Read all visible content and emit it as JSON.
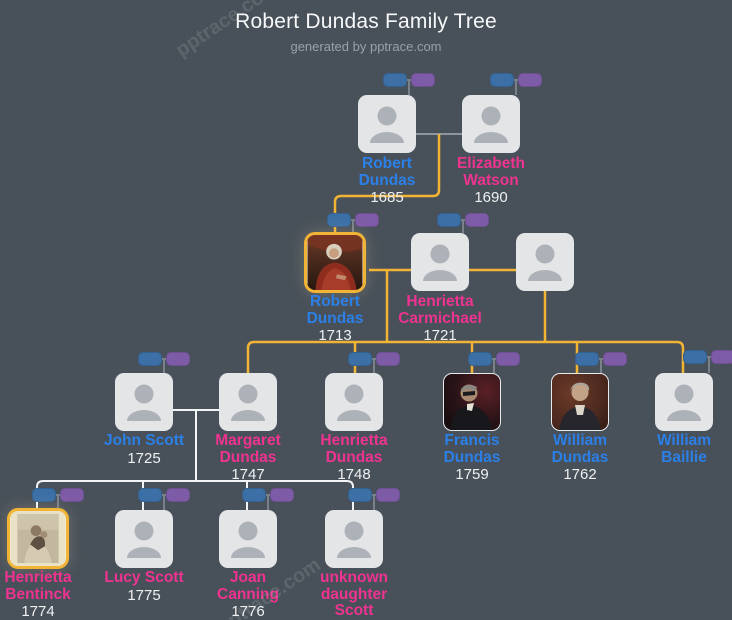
{
  "header": {
    "title": "Robert Dundas Family Tree",
    "subtitle": "generated by pptrace.com"
  },
  "watermark": {
    "text": "pptrace.com"
  },
  "colors": {
    "background": "#485059",
    "male_name": "#2B80E8",
    "female_name": "#EF3390",
    "year_text": "#EFF0F2",
    "highlight_line": "#F1B435",
    "neutral_line": "#F3F4F6",
    "gray_line": "#8F959E",
    "father_pill": "#3B6FA6",
    "mother_pill": "#7E5BA7",
    "card_placeholder": "#E4E5E7"
  },
  "people": {
    "robert_dundas_1685": {
      "name": "Robert Dundas",
      "year": "1685",
      "sex": "male"
    },
    "elizabeth_watson_1690": {
      "name": "Elizabeth Watson",
      "year": "1690",
      "sex": "female"
    },
    "robert_dundas_1713": {
      "name": "Robert Dundas",
      "year": "1713",
      "sex": "male"
    },
    "henrietta_carmichael_1721": {
      "name": "Henrietta Carmichael",
      "year": "1721",
      "sex": "female"
    },
    "unknown_partner": {
      "name": "",
      "year": "",
      "sex": "unknown"
    },
    "john_scott_1725": {
      "name": "John Scott",
      "year": "1725",
      "sex": "male"
    },
    "margaret_dundas_1747": {
      "name": "Margaret Dundas",
      "year": "1747",
      "sex": "female"
    },
    "henrietta_dundas_1748": {
      "name": "Henrietta Dundas",
      "year": "1748",
      "sex": "female"
    },
    "francis_dundas_1759": {
      "name": "Francis Dundas",
      "year": "1759",
      "sex": "male"
    },
    "william_dundas_1762": {
      "name": "William Dundas",
      "year": "1762",
      "sex": "male"
    },
    "william_baillie": {
      "name": "William Baillie",
      "year": "",
      "sex": "male"
    },
    "henrietta_bentinck_1774": {
      "name": "Henrietta Bentinck",
      "year": "1774",
      "sex": "female"
    },
    "lucy_scott_1775": {
      "name": "Lucy Scott",
      "year": "1775",
      "sex": "female"
    },
    "joan_canning_1776": {
      "name": "Joan Canning",
      "year": "1776",
      "sex": "female"
    },
    "unknown_daughter_scott": {
      "name": "unknown daughter Scott",
      "year": "",
      "sex": "female"
    }
  },
  "relationships": [
    {
      "partners": [
        "robert_dundas_1685",
        "elizabeth_watson_1690"
      ],
      "children": [
        "robert_dundas_1713"
      ],
      "line_color": "#F1B435"
    },
    {
      "partners": [
        "robert_dundas_1713",
        "henrietta_carmichael_1721"
      ],
      "children": [
        "margaret_dundas_1747",
        "henrietta_dundas_1748"
      ],
      "line_color": "#F1B435"
    },
    {
      "partners": [
        "henrietta_carmichael_1721",
        "unknown_partner"
      ],
      "children": [
        "francis_dundas_1759",
        "william_dundas_1762",
        "william_baillie"
      ],
      "line_color": "#F1B435"
    },
    {
      "partners": [
        "john_scott_1725",
        "margaret_dundas_1747"
      ],
      "children": [
        "henrietta_bentinck_1774",
        "lucy_scott_1775",
        "joan_canning_1776",
        "unknown_daughter_scott"
      ],
      "line_color": "#F3F4F6"
    }
  ]
}
